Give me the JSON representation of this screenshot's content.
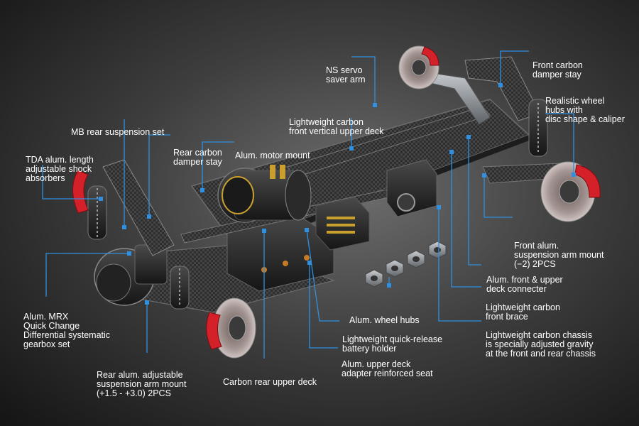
{
  "colors": {
    "leader": "#2f8fe0",
    "brake": "#d42028",
    "carbon": "#3a3a3a",
    "metal": "#9aa0a6",
    "text": "#ffffff"
  },
  "labels": [
    {
      "id": "ns-servo-saver-arm",
      "lines": [
        "NS servo",
        "saver arm"
      ]
    },
    {
      "id": "front-carbon-damper-stay",
      "lines": [
        "Front carbon",
        "damper stay"
      ]
    },
    {
      "id": "realistic-wheel-hubs",
      "lines": [
        "Realistic wheel",
        "hubs with",
        "disc shape & caliper"
      ]
    },
    {
      "id": "lightweight-carbon-front-vertical-upper-deck",
      "lines": [
        "Lightweight carbon",
        "front vertical upper deck"
      ]
    },
    {
      "id": "mb-rear-suspension-set",
      "lines": [
        "MB rear suspension set"
      ]
    },
    {
      "id": "rear-carbon-damper-stay",
      "lines": [
        "Rear carbon",
        "damper stay"
      ]
    },
    {
      "id": "alum-motor-mount",
      "lines": [
        "Alum. motor mount"
      ]
    },
    {
      "id": "tda-alum-shock-absorbers",
      "lines": [
        "TDA alum. length",
        "adjustable shock",
        "absorbers"
      ]
    },
    {
      "id": "front-alum-suspension-arm-mount",
      "lines": [
        "Front alum.",
        "suspension arm mount",
        "(−2) 2PCS"
      ]
    },
    {
      "id": "alum-front-upper-deck-connecter",
      "lines": [
        "Alum. front & upper",
        "deck connecter"
      ]
    },
    {
      "id": "alum-mrx-gearbox-set",
      "lines": [
        "Alum. MRX",
        "Quick Change",
        "Differential systematic",
        "gearbox set"
      ]
    },
    {
      "id": "alum-wheel-hubs",
      "lines": [
        "Alum. wheel hubs"
      ]
    },
    {
      "id": "lightweight-carbon-front-brace",
      "lines": [
        "Lightweight carbon",
        "front brace"
      ]
    },
    {
      "id": "lightweight-quick-release-battery-holder",
      "lines": [
        "Lightweight quick-release",
        "battery holder"
      ]
    },
    {
      "id": "lightweight-carbon-chassis",
      "lines": [
        "Lightweight carbon chassis",
        "is specially adjusted gravity",
        "at the front and rear chassis"
      ]
    },
    {
      "id": "rear-alum-adjustable-suspension-arm-mount",
      "lines": [
        "Rear alum. adjustable",
        "suspension arm mount",
        "(+1.5 - +3.0) 2PCS"
      ]
    },
    {
      "id": "carbon-rear-upper-deck",
      "lines": [
        "Carbon rear upper deck"
      ]
    },
    {
      "id": "alum-upper-deck-adapter-reinforced-seat",
      "lines": [
        "Alum. upper deck",
        "adapter reinforced seat"
      ]
    }
  ]
}
